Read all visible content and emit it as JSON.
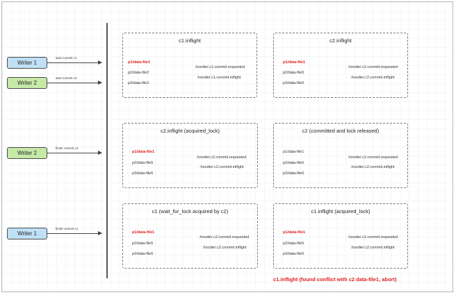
{
  "writers": [
    {
      "label": "Writer 1",
      "color": "#bfe0f5",
      "action": "start commit c1"
    },
    {
      "label": "Writer 2",
      "color": "#c7e9a7",
      "action": "start commit c2"
    },
    {
      "label": "Writer 2",
      "color": "#c7e9a7",
      "action": "finish commit c2"
    },
    {
      "label": "Writer 1",
      "color": "#bfe0f5",
      "action": "finish commit c1"
    }
  ],
  "panels": [
    {
      "title": "c1.inflight",
      "files": [
        "p1/data-file1",
        "p2/data-file2",
        "p3/data-file3"
      ],
      "highlight_first": true,
      "meta": [
        ".hoodie/.c1.commit.requested",
        ".hoodie/.c1.commit.inflight"
      ]
    },
    {
      "title": "c2.inflight",
      "files": [
        "p1/data-file1",
        "p2/data-file5",
        "p3/data-file6"
      ],
      "highlight_first": true,
      "meta": [
        ".hoodie/.c2.commit.requested",
        ".hoodie/.c2.commit.inflight"
      ]
    },
    {
      "title": "c2.inflight (acquired_lock)",
      "files": [
        "p1/data-file1",
        "p2/data-file5",
        "p3/data-file6"
      ],
      "highlight_first": true,
      "meta": [
        ".hoodie/.c2.commit.requested",
        ".hoodie/.c2.commit.inflight"
      ]
    },
    {
      "title": "c2 (committed and lock released)",
      "files": [
        "p1/data-file1",
        "p2/data-file5",
        "p3/data-file6"
      ],
      "highlight_first": false,
      "meta": [
        ".hoodie/.c2.commit.requested",
        ".hoodie/.c2.commit.inflight"
      ]
    },
    {
      "title": "c1 (wait_for_lock acquired by c2)",
      "files": [
        "p1/data-file1",
        "p2/data-file5",
        "p3/data-file6"
      ],
      "highlight_first": true,
      "meta": [
        ".hoodie/.c2.commit.requested",
        ".hoodie/.c2.commit.inflight"
      ]
    },
    {
      "title": "c1.inflight (acquired_lock)",
      "files": [
        "p1/data-file1",
        "p2/data-file5",
        "p3/data-file6"
      ],
      "highlight_first": true,
      "meta": [
        ".hoodie/.c2.commit.requested",
        ".hoodie/.c2.commit.inflight"
      ]
    }
  ],
  "footer": "c1.inflight (found conflict with c2 data-file1, abort)",
  "colors": {
    "highlight": "#e02020",
    "writer1": "#bfe0f5",
    "writer2": "#c7e9a7"
  }
}
